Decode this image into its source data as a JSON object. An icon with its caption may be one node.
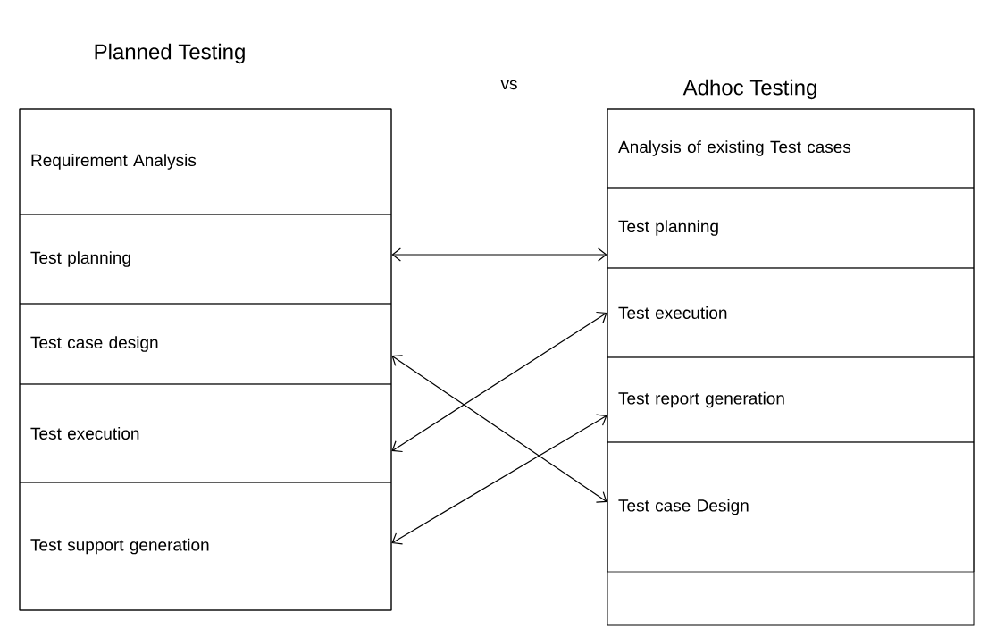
{
  "diagram": {
    "nodes": [
      {
        "text": [
          "Planned Testing"
        ]
      },
      {
        "text": [
          "Requirement Analysis"
        ],
        "in": 0
      },
      {
        "text": [
          "Test planning"
        ],
        "in": 0
      },
      {
        "text": [
          "Test case design"
        ],
        "in": 0
      },
      {
        "text": [
          "Test execution"
        ],
        "in": 0
      },
      {
        "text": [
          "Test support generation"
        ],
        "in": 0
      },
      {
        "text": [
          "Adhoc Testing"
        ]
      },
      {
        "text": [
          "Analysis of existing Test cases"
        ],
        "in": 6
      },
      {
        "text": [
          "Test planning"
        ],
        "in": 6
      },
      {
        "text": [
          "Test execution"
        ],
        "in": 6
      },
      {
        "text": [
          "Test report generation"
        ],
        "in": 6
      },
      {
        "text": [
          "Test case Design"
        ],
        "in": 6
      }
    ],
    "edges": [
      {
        "from": 2,
        "to": 8,
        "arrow": "both"
      },
      {
        "from": 3,
        "to": 11,
        "arrow": "both"
      },
      {
        "from": 4,
        "to": 9,
        "arrow": "both"
      },
      {
        "from": 5,
        "to": 10,
        "arrow": "both"
      }
    ],
    "labels": [
      "vs"
    ]
  }
}
